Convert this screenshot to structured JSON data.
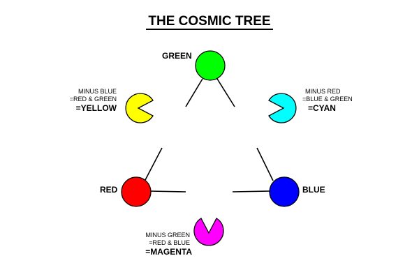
{
  "title": "THE COSMIC TREE",
  "primaries": {
    "green": {
      "label": "GREEN",
      "color": "#00ff00"
    },
    "red": {
      "label": "RED",
      "color": "#ff0000"
    },
    "blue": {
      "label": "BLUE",
      "color": "#0000ff"
    }
  },
  "secondaries": {
    "yellow": {
      "line1": "MINUS BLUE",
      "line2": "=RED & GREEN",
      "line3": "=YELLOW",
      "color": "#ffff00"
    },
    "cyan": {
      "line1": "MINUS RED",
      "line2": "=BLUE & GREEN",
      "line3": "=CYAN",
      "color": "#00ffff"
    },
    "magenta": {
      "line1": "MINUS GREEN",
      "line2": "=RED & BLUE",
      "line3": "=MAGENTA",
      "color": "#ff00ff"
    }
  }
}
